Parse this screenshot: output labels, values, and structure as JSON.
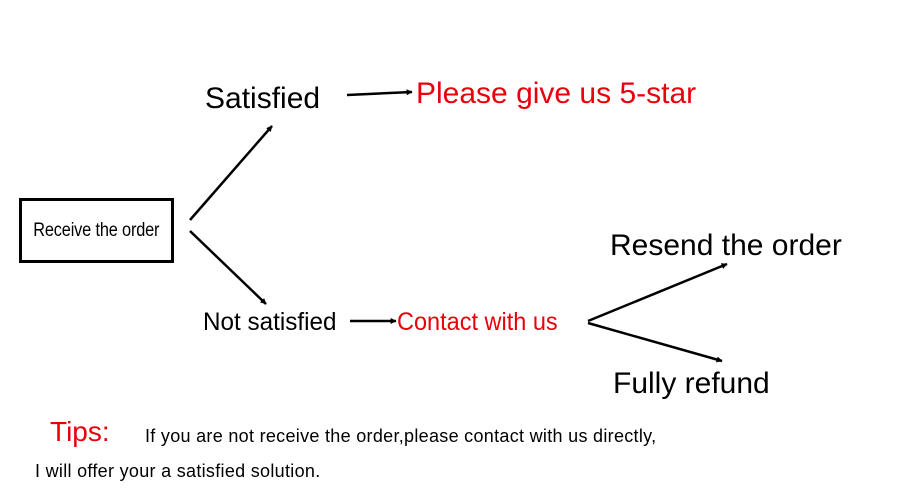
{
  "diagram": {
    "start_node": "Receive the order",
    "branch_satisfied": "Satisfied",
    "branch_satisfied_result": "Please give us 5-star",
    "branch_not_satisfied": "Not satisfied",
    "branch_not_satisfied_result": "Contact with us",
    "option_resend": "Resend the order",
    "option_refund": "Fully refund"
  },
  "tips": {
    "label": "Tips:",
    "line1": "If you are not receive the order,please contact with us directly,",
    "line2": "I will offer your a satisfied solution."
  },
  "colors": {
    "accent_red": "#e8000b",
    "text": "#000000"
  }
}
